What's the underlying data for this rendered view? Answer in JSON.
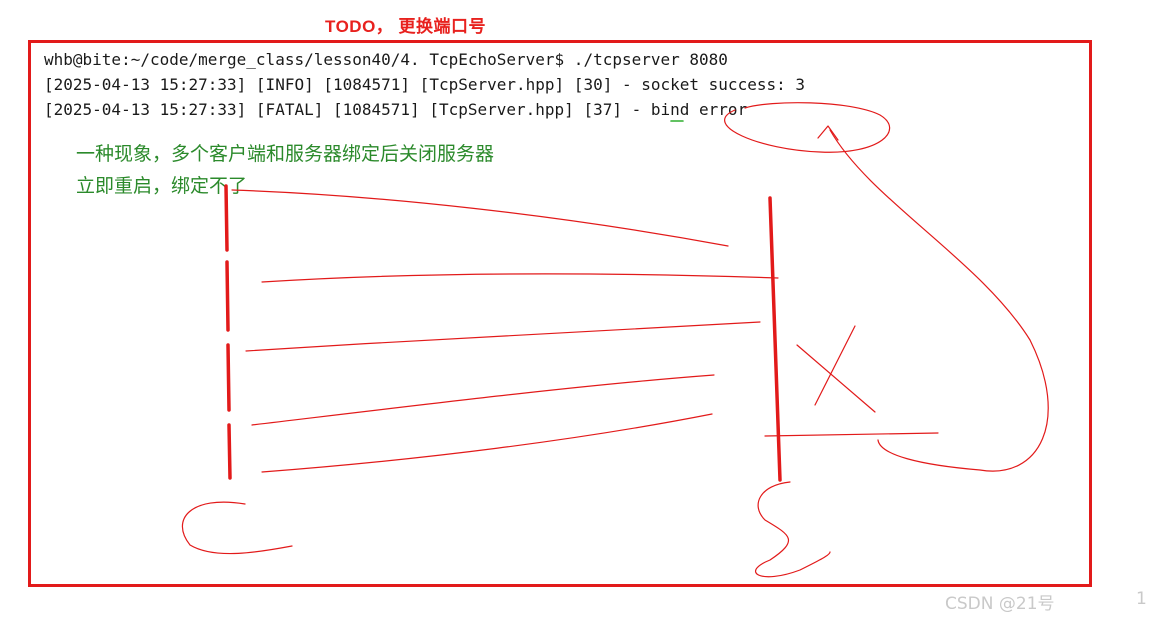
{
  "header": {
    "todo": "TODO， 更换端口号"
  },
  "terminal": {
    "lines": [
      "whb@bite:~/code/merge_class/lesson40/4. TcpEchoServer$ ./tcpserver 8080",
      "[2025-04-13 15:27:33] [INFO] [1084571] [TcpServer.hpp] [30] - socket success: 3",
      "[2025-04-13 15:27:33] [FATAL] [1084571] [TcpServer.hpp] [37] - bind error"
    ]
  },
  "notes": {
    "line1": "一种现象，多个客户端和服务器绑定后关闭服务器",
    "line2": "立即重启，绑定不了"
  },
  "footer": {
    "watermark": "CSDN @21号",
    "page_number": "1"
  },
  "colors": {
    "annotation_red": "#e21a1a",
    "note_green": "#2b8a2b",
    "terminal_text": "#1a1a1a"
  }
}
